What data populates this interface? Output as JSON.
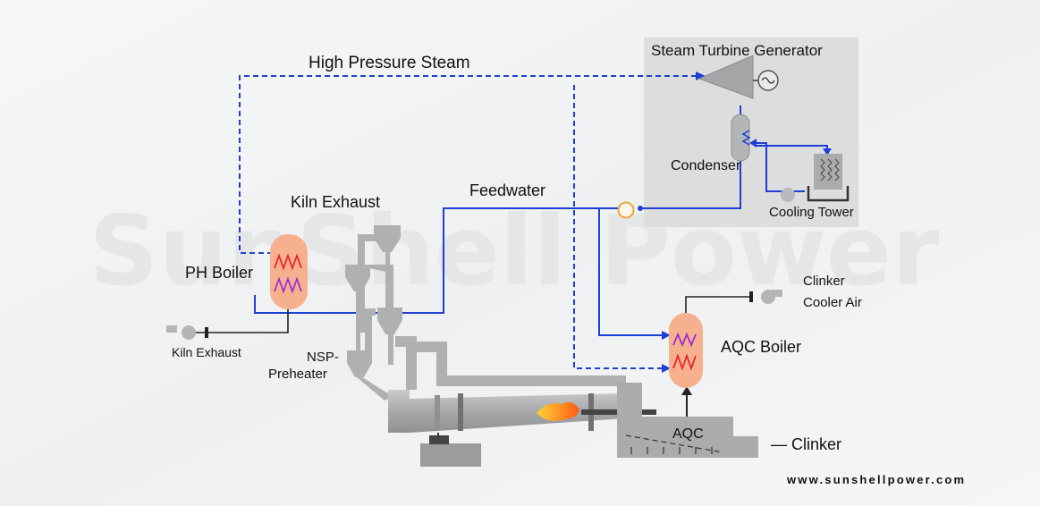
{
  "watermark": "SunShell Power",
  "labels": {
    "high_pressure_steam": "High Pressure Steam",
    "steam_turbine_generator": "Steam Turbine Generator",
    "condenser": "Condenser",
    "cooling_tower": "Cooling Tower",
    "feedwater": "Feedwater",
    "kiln_exhaust_top": "Kiln Exhaust",
    "ph_boiler": "PH Boiler",
    "kiln_exhaust_bottom": "Kiln Exhaust",
    "clinker_line1": "Clinker",
    "clinker_line2": "Cooler Air",
    "aqc_boiler": "AQC Boiler",
    "nsp_line1": "NSP-",
    "nsp_line2": "Preheater",
    "aqc": "AQC",
    "clinker_output": "— Clinker",
    "website": "www.sunshellpower.com"
  },
  "colors": {
    "steam_line": "#1d3fd6",
    "boiler_fill": "#f7b08e",
    "equipment_gray": "#aeb0b2",
    "equipment_dark": "#8f9193",
    "coil_red": "#e8242e",
    "coil_purple": "#9b2fd0",
    "turbine_panel": "#dcdddc"
  }
}
